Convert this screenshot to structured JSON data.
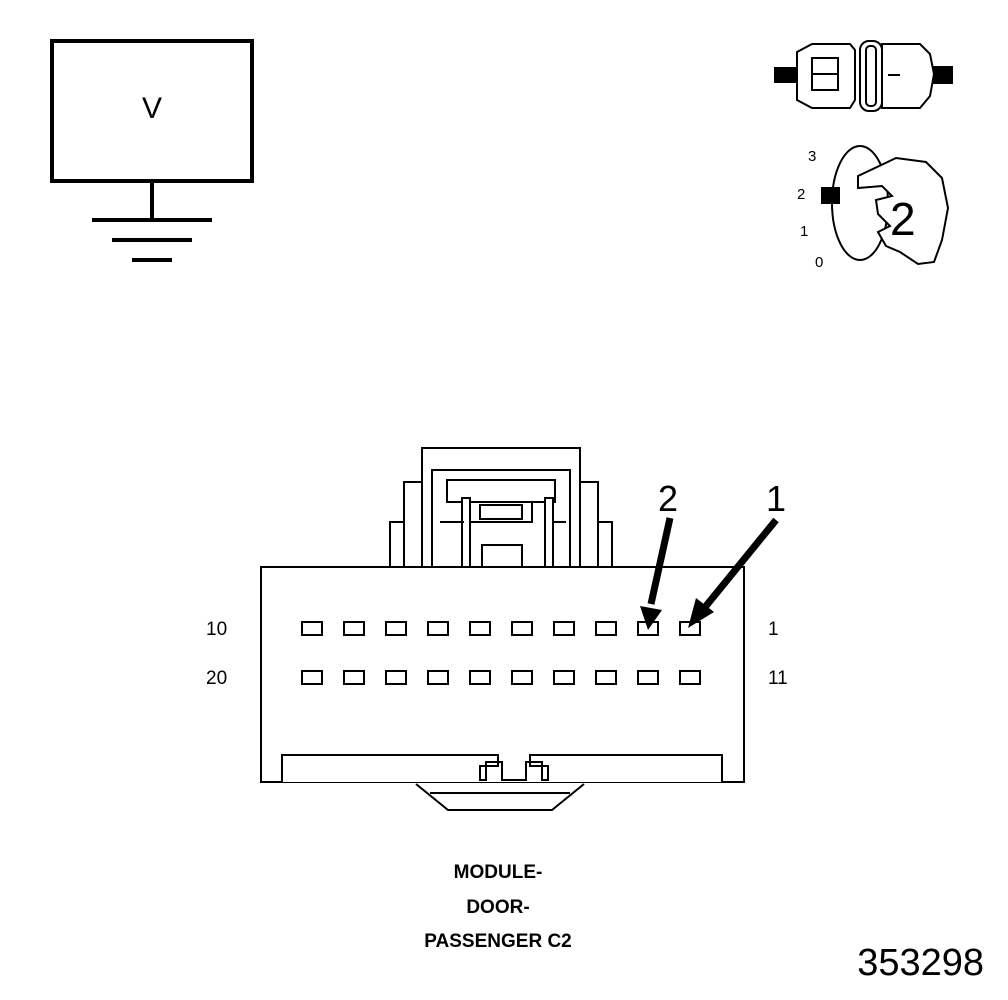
{
  "meter": {
    "label": "V"
  },
  "dial": {
    "positions": [
      "3",
      "2",
      "1",
      "0"
    ],
    "selected": "2"
  },
  "connector": {
    "pin_labels": {
      "top_left": "10",
      "top_right": "1",
      "bottom_left": "20",
      "bottom_right": "11"
    },
    "callouts": [
      "2",
      "1"
    ],
    "rows": 2,
    "pins_per_row": 10
  },
  "caption": {
    "line1": "MODULE-",
    "line2": "DOOR-",
    "line3": "PASSENGER C2"
  },
  "figure_number": "353298"
}
